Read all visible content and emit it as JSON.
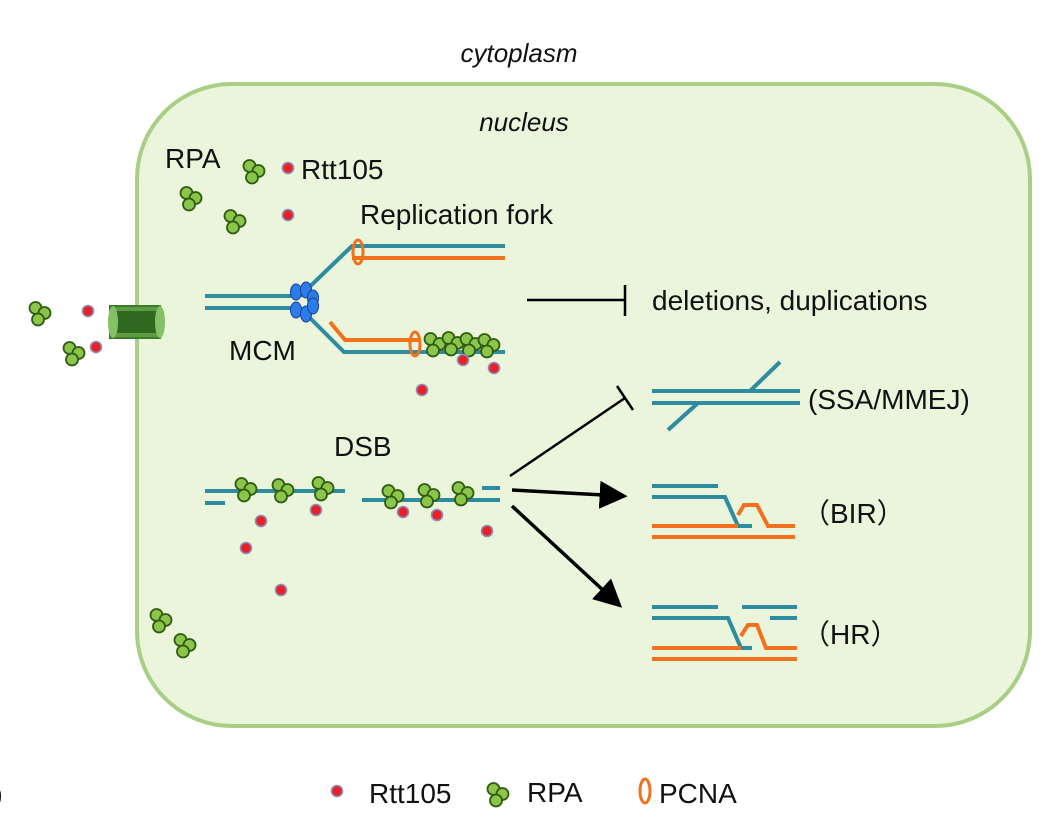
{
  "labels": {
    "cytoplasm": "cytoplasm",
    "nucleus": "nucleus",
    "rpa": "RPA",
    "rtt105": "Rtt105",
    "replication_fork": "Replication fork",
    "mcm": "MCM",
    "deletions": "deletions, duplications",
    "dsb": "DSB",
    "ssa_mmej": "(SSA/MMEJ)",
    "bir": "（BIR）",
    "hr": "（HR）"
  },
  "legend": {
    "rtt105": "Rtt105",
    "rpa": "RPA",
    "pcna": "PCNA",
    "edge_mark": ")"
  },
  "colors": {
    "cell_fill": "#eaf5dc",
    "cell_stroke": "#a9cf86",
    "dna_teal": "#2e8ba0",
    "dna_orange": "#f2711c",
    "rpa_green": "#8bc64a",
    "rpa_stroke": "#2f5b12",
    "rtt105_red": "#e8202a",
    "mcm_blue": "#2a7de9",
    "pore_green": "#5c9d43"
  }
}
